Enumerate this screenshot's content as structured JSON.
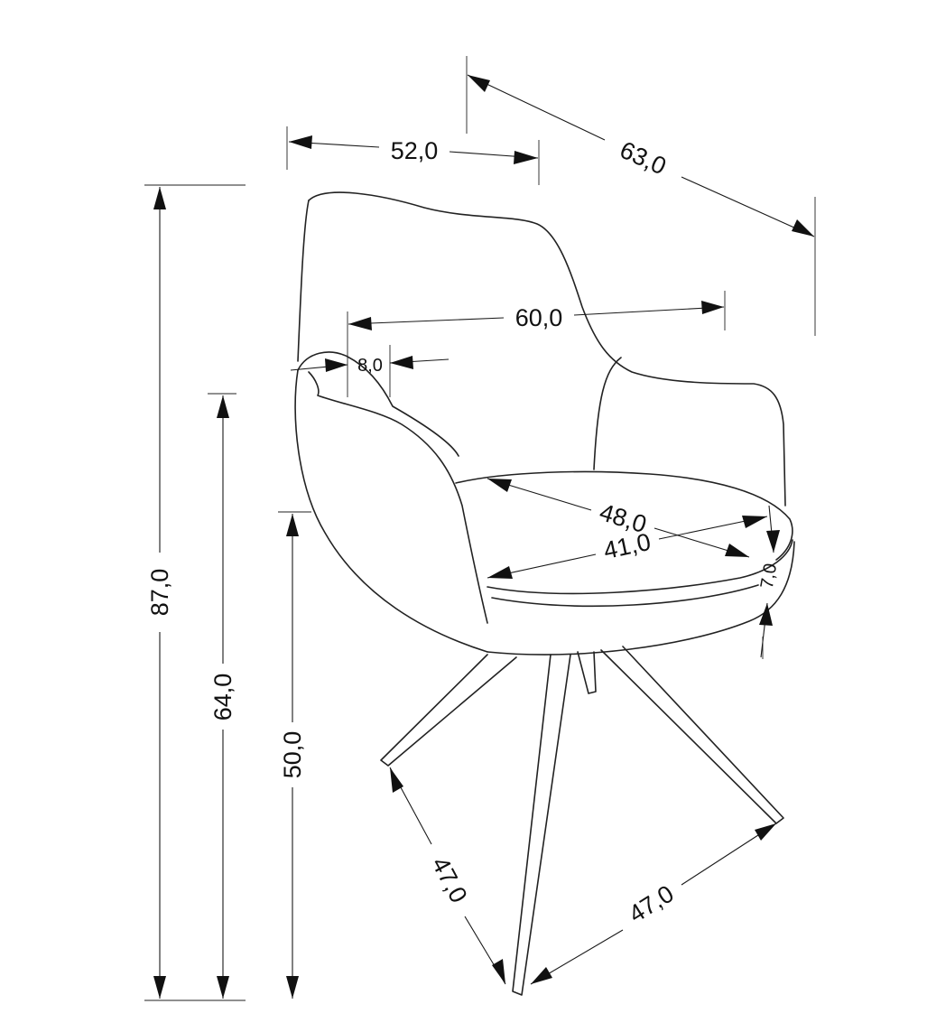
{
  "dimensions": {
    "width": "52,0",
    "depth": "63,0",
    "height_total": "87,0",
    "armrest_height": "64,0",
    "seat_height": "50,0",
    "inner_width": "60,0",
    "armrest_width": "8,0",
    "seat_depth": "48,0",
    "seat_width": "41,0",
    "cushion_thickness": "7,0",
    "leg_span_left": "47,0",
    "leg_span_right": "47,0"
  },
  "colors": {
    "line": "#222222",
    "background": "#ffffff"
  }
}
